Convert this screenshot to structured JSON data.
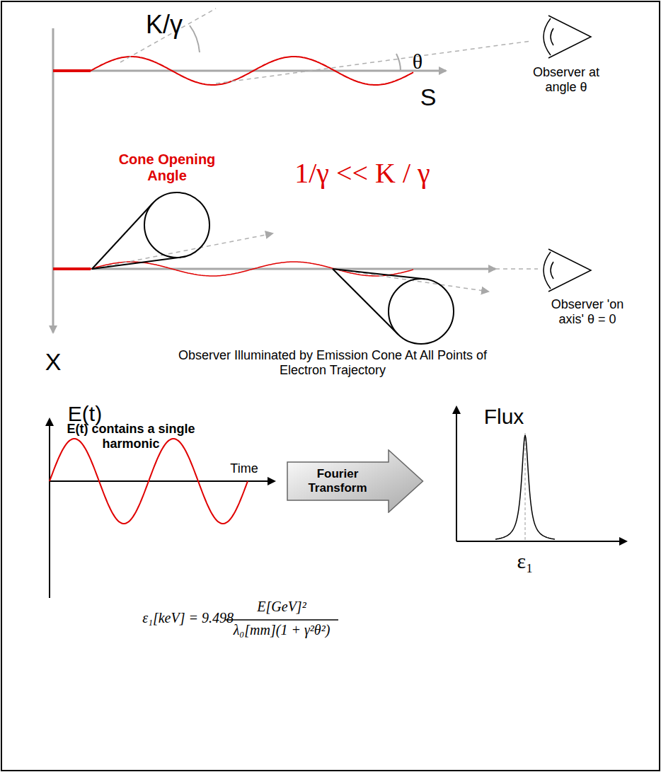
{
  "diagram": {
    "nodes": [
      {
        "text": [
          "Fourier Transform"
        ]
      }
    ],
    "labels": [
      "K/γ",
      "θ",
      "Observer at angle θ",
      "S",
      "Cone Opening Angle",
      "1/γ << K / γ",
      "Observer 'on axis' θ = 0",
      "X",
      "Observer Illuminated by Emission Cone At All Points of Electron Trajectory",
      "E(t)",
      "E(t) contains a single harmonic",
      "Time",
      "Flux",
      "ε₁",
      "ε₁[keV] = 9.498",
      "E[GeV]²",
      "λ₀[mm](1 + γ²θ²)"
    ]
  }
}
